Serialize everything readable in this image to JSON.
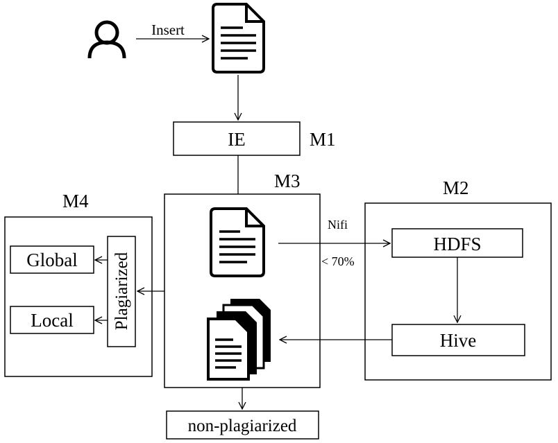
{
  "labels": {
    "insert": "Insert",
    "ie": "IE",
    "m1": "M1",
    "m2": "M2",
    "m3": "M3",
    "m4": "M4",
    "nifi": "Nifi",
    "threshold": "< 70%",
    "hdfs": "HDFS",
    "hive": "Hive",
    "global": "Global",
    "local": "Local",
    "plagiarized": "Plagiarized",
    "non_plagiarized": "non-plagiarized"
  },
  "icons": {
    "user": "user-icon",
    "document": "document-icon",
    "document_stack": "document-stack-icon"
  },
  "colors": {
    "stroke": "#000000",
    "background": "#ffffff"
  }
}
